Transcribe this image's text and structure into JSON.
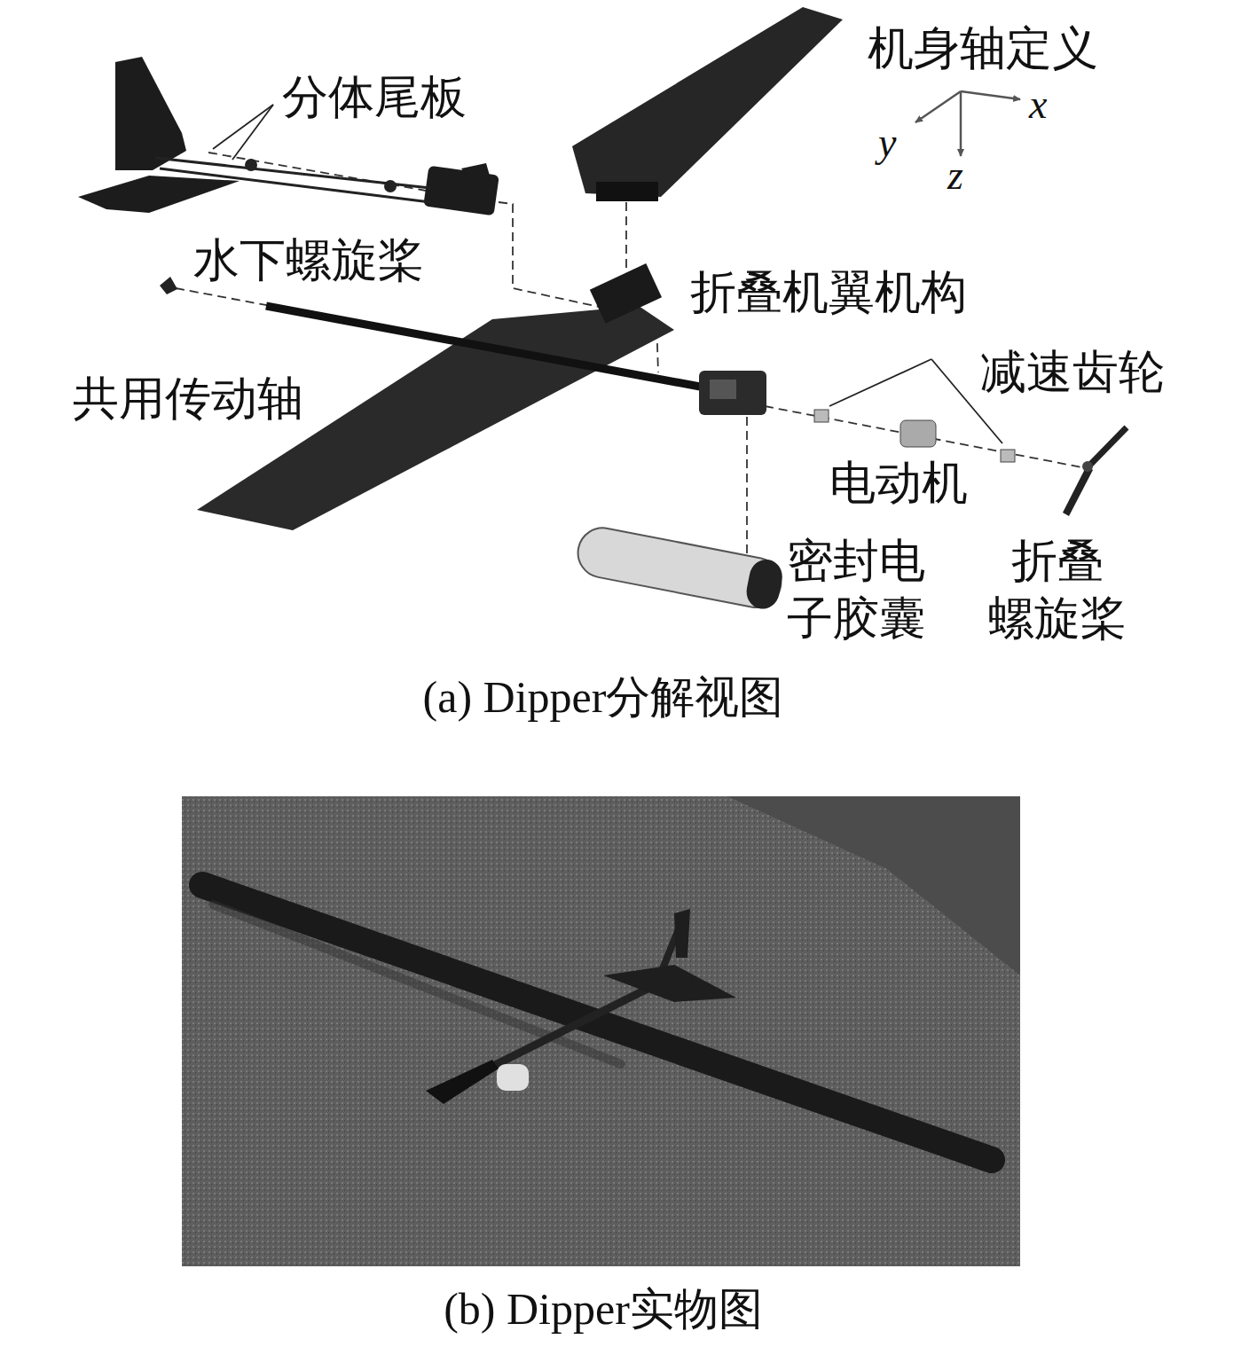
{
  "diagram": {
    "labels": [
      "机身轴定义",
      "x",
      "y",
      "z",
      "分体尾板",
      "水下螺旋桨",
      "折叠机翼机构",
      "共用传动轴",
      "减速齿轮",
      "电动机",
      "密封电 子胶囊",
      "折叠 螺旋桨",
      "(a) Dipper分解视图",
      "(b) Dipper实物图"
    ]
  }
}
